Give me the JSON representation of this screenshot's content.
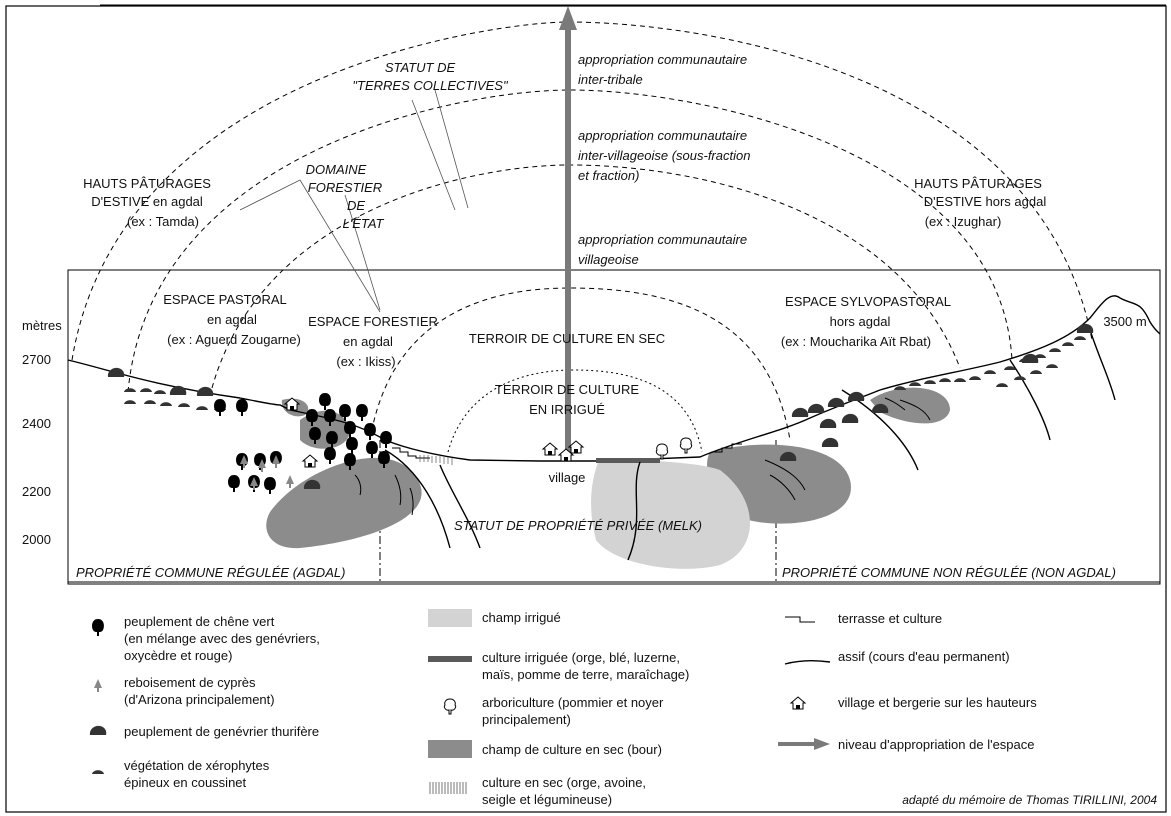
{
  "diagram": {
    "zones": {
      "hauts_left": [
        "HAUTS PÂTURAGES",
        "D'ESTIVE en agdal",
        "(ex : Tamda)"
      ],
      "hauts_right": [
        "HAUTS PÂTURAGES",
        "D'ESTIVE hors agdal",
        "(ex : Izughar)"
      ],
      "statut": [
        "STATUT DE",
        "\"TERRES COLLECTIVES\""
      ],
      "domaine": [
        "DOMAINE",
        "FORESTIER",
        "DE",
        "L'ÉTAT"
      ],
      "pastoral": [
        "ESPACE PASTORAL",
        "en agdal",
        "(ex : Aguerd Zougarne)"
      ],
      "forestier": [
        "ESPACE FORESTIER",
        "en agdal",
        "(ex : Ikiss)"
      ],
      "sylvo": [
        "ESPACE SYLVOPASTORAL",
        "hors agdal",
        "(ex : Moucharika Aït Rbat)"
      ],
      "sec": "TERROIR DE CULTURE EN SEC",
      "irrigue": [
        "TERROIR DE CULTURE",
        "EN IRRIGUÉ"
      ],
      "village": "village",
      "melk": "STATUT DE PROPRIÉTÉ PRIVÉE (MELK)",
      "agdal": "PROPRIÉTÉ COMMUNE RÉGULÉE (AGDAL)",
      "non_agdal": "PROPRIÉTÉ COMMUNE NON RÉGULÉE (NON AGDAL)",
      "peak": "3500 m"
    },
    "appropriation": [
      [
        "appropriation communautaire",
        "inter-tribale"
      ],
      [
        "appropriation communautaire",
        "inter-villageoise (sous-fraction",
        "et fraction)"
      ],
      [
        "appropriation communautaire",
        "villageoise"
      ]
    ],
    "axis": {
      "unit": "mètres",
      "ticks": [
        "2700",
        "2400",
        "2200",
        "2000"
      ]
    }
  },
  "legend": {
    "col1": [
      {
        "icon": "holm-oak-icon",
        "lines": [
          "peuplement de chêne vert",
          "(en mélange avec des genévriers,",
          "oxycèdre et rouge)"
        ]
      },
      {
        "icon": "cypress-icon",
        "lines": [
          "reboisement de cyprès",
          "(d'Arizona principalement)"
        ]
      },
      {
        "icon": "juniper-icon",
        "lines": [
          "peuplement de genévrier thurifère"
        ]
      },
      {
        "icon": "cushion-shrub-icon",
        "lines": [
          "végétation de xérophytes",
          "épineux en coussinet"
        ]
      }
    ],
    "col2": [
      {
        "icon": "irrigated-field-swatch",
        "lines": [
          "champ irrigué"
        ]
      },
      {
        "icon": "irrigated-crop-bar",
        "lines": [
          "culture irriguée (orge, blé, luzerne,",
          "maïs, pomme de terre, maraîchage)"
        ]
      },
      {
        "icon": "orchard-icon",
        "lines": [
          "arboriculture (pommier et noyer",
          "principalement)"
        ]
      },
      {
        "icon": "dry-field-swatch",
        "lines": [
          "champ de culture en sec (bour)"
        ]
      },
      {
        "icon": "dry-crop-hatch",
        "lines": [
          "culture en sec (orge, avoine,",
          "seigle et légumineuse)"
        ]
      }
    ],
    "col3": [
      {
        "icon": "terrace-icon",
        "lines": [
          "terrasse et culture"
        ]
      },
      {
        "icon": "river-line",
        "lines": [
          "assif (cours d'eau permanent)"
        ]
      },
      {
        "icon": "village-house-icon",
        "lines": [
          "village et bergerie sur les hauteurs"
        ]
      },
      {
        "icon": "appropriation-arrow-icon",
        "lines": [
          "niveau d'appropriation de l'espace"
        ]
      }
    ]
  },
  "credit": "adapté du mémoire de Thomas TIRILLINI, 2004",
  "colors": {
    "dry": "#8c8c8c",
    "irrigated": "#d3d3d3",
    "crop": "#5a5a5a",
    "arrow": "#7a7a7a"
  }
}
